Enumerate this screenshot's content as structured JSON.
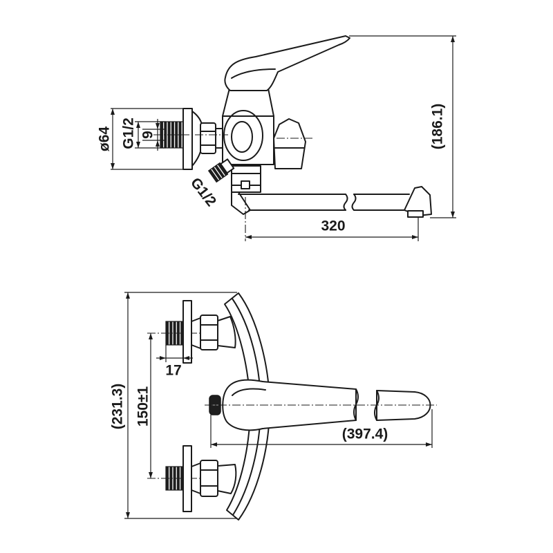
{
  "top_view": {
    "flange_diameter": "ø64",
    "inlet_thread_top": "G1/2",
    "thread_depth": "9",
    "inlet_thread_angled": "G1/2",
    "height": "(186.1)",
    "spout_reach": "320"
  },
  "front_view": {
    "overall_height": "(231.3)",
    "inlet_spacing": "150±1",
    "thread_length": "17",
    "overall_length": "(397.4)"
  }
}
